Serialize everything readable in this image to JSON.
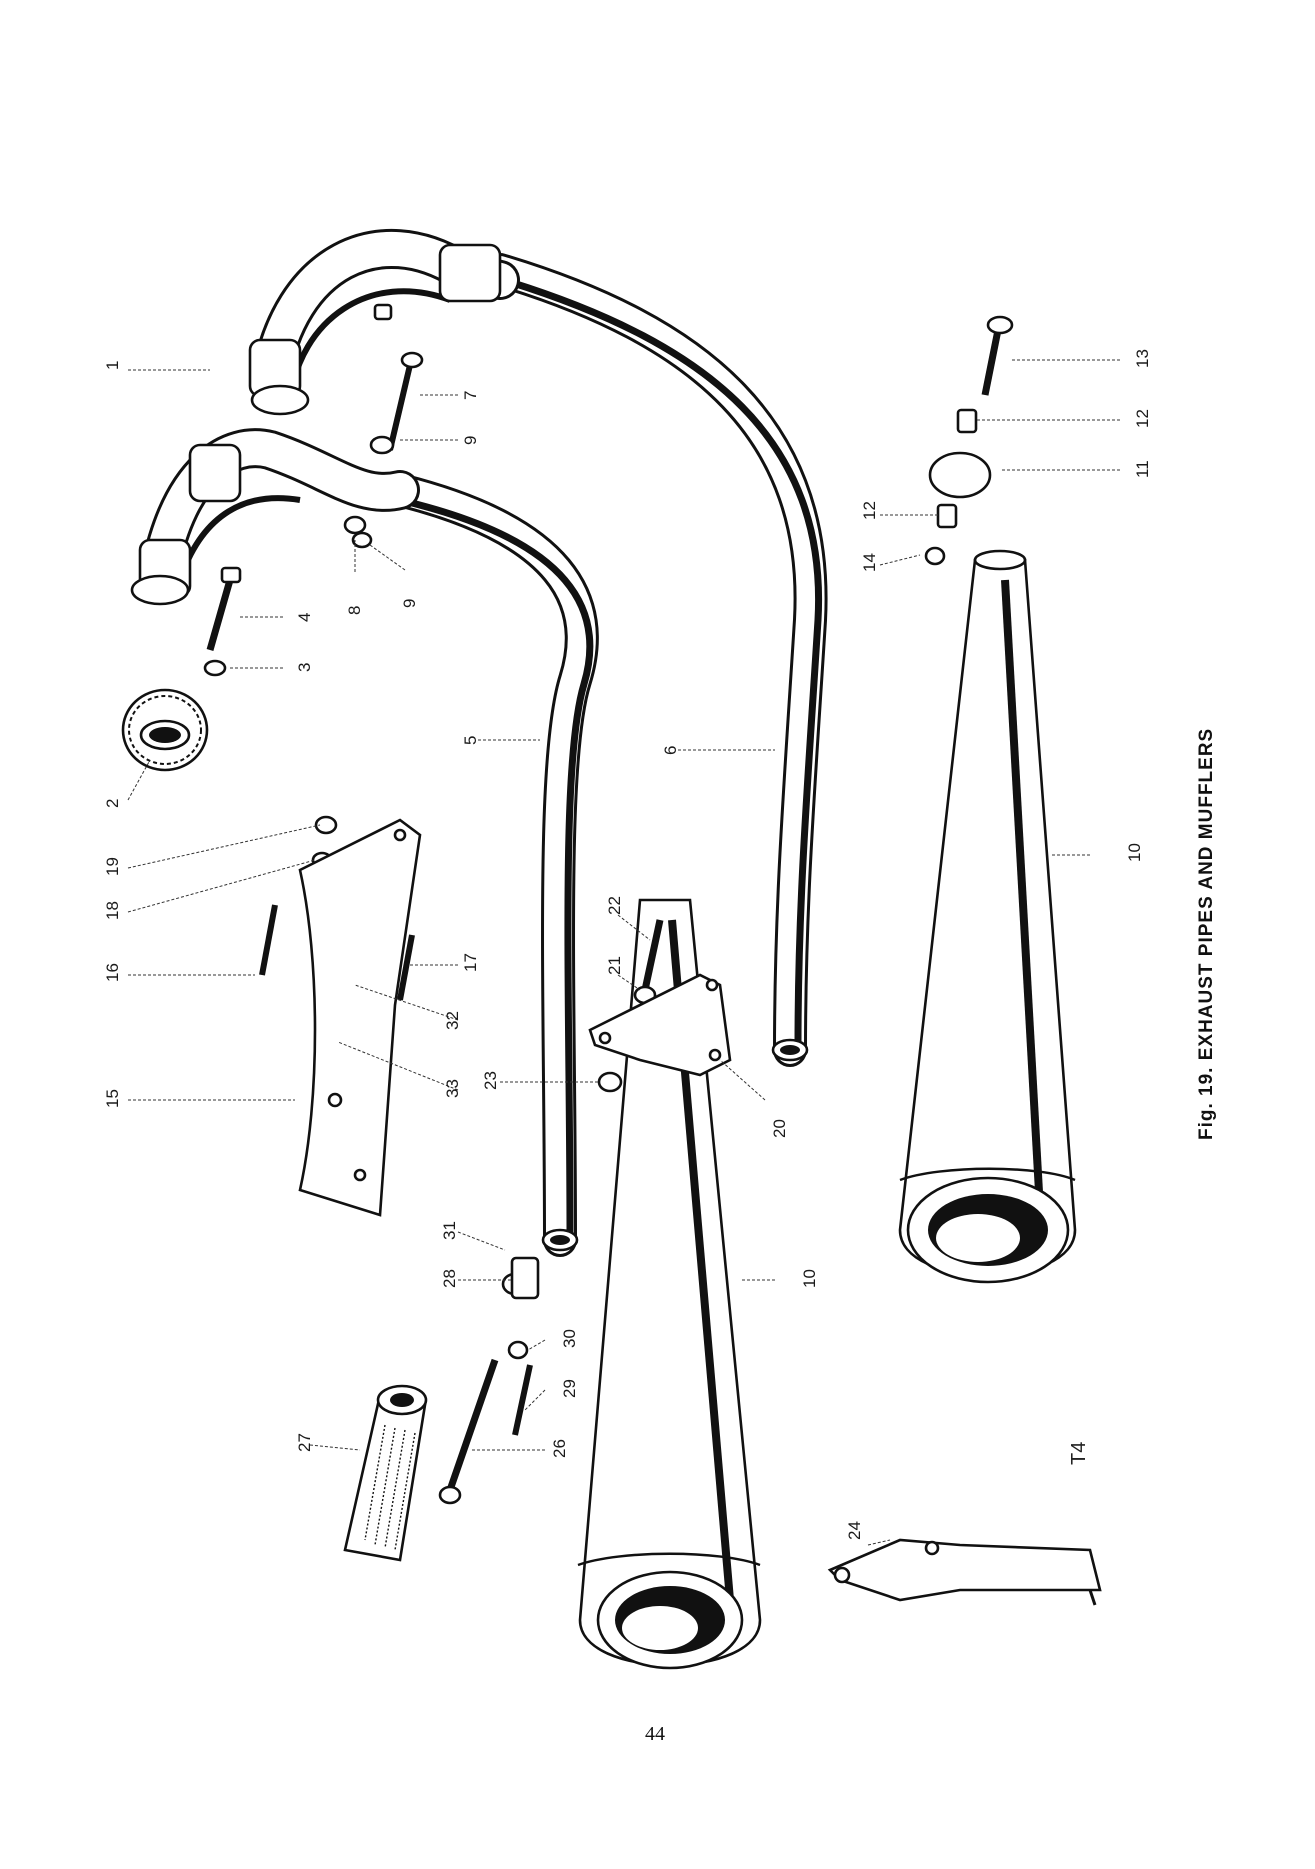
{
  "caption": "Fig. 19.  EXHAUST PIPES AND MUFFLERS",
  "page_number": "44",
  "drawing_code": "T4",
  "callouts": [
    "1",
    "2",
    "3",
    "4",
    "5",
    "6",
    "7",
    "8",
    "9",
    "9",
    "10",
    "10",
    "11",
    "12",
    "12",
    "13",
    "14",
    "15",
    "16",
    "17",
    "18",
    "19",
    "20",
    "21",
    "22",
    "23",
    "24",
    "26",
    "27",
    "28",
    "29",
    "30",
    "31",
    "32",
    "33"
  ]
}
